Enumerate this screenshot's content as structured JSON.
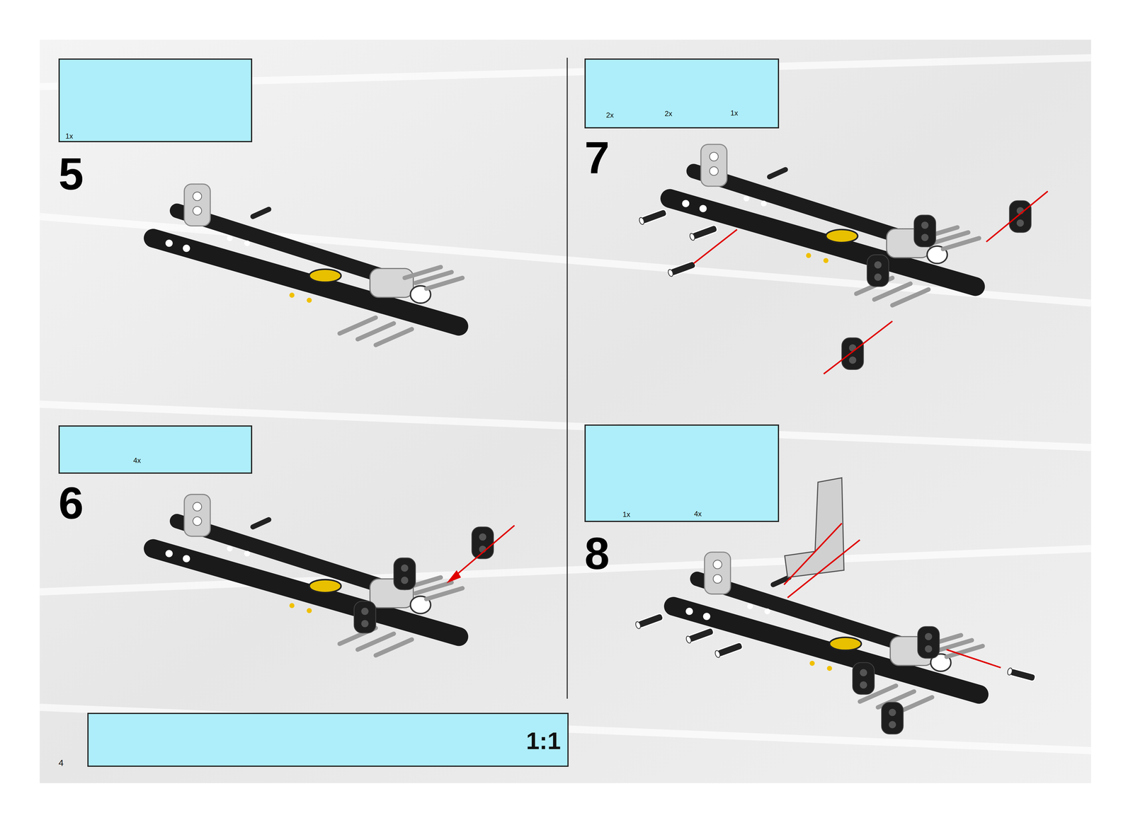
{
  "diagram": {
    "nodes": [
      {
        "text": [
          "1x"
        ]
      },
      {
        "text": [
          "4x"
        ]
      },
      {
        "text": [
          "2x",
          "2x",
          "1x"
        ]
      },
      {
        "text": [
          "1x",
          "4x"
        ]
      },
      {
        "text": [
          "1:1"
        ]
      }
    ],
    "labels": [
      "5",
      "6",
      "7",
      "8",
      "4"
    ]
  }
}
